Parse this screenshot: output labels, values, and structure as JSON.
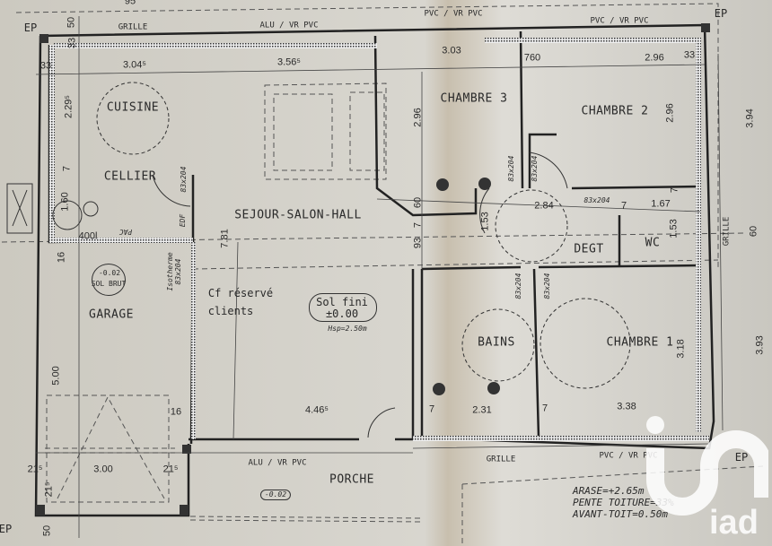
{
  "rooms": {
    "cuisine": "CUISINE",
    "cellier": "CELLIER",
    "sejour": "SEJOUR-SALON-HALL",
    "chambre3": "CHAMBRE 3",
    "chambre2": "CHAMBRE 2",
    "degt": "DEGT",
    "wc": "WC",
    "garage": "GARAGE",
    "bains": "BAINS",
    "chambre1": "CHAMBRE 1",
    "porche": "PORCHE"
  },
  "openings": {
    "grille_top": "GRILLE",
    "alu_top": "ALU / VR PVC",
    "pvc_top1": "PVC / VR PVC",
    "pvc_top2": "PVC / VR PVC",
    "grille_right": "GRILLE",
    "alu_bottom": "ALU / VR PVC",
    "grille_bottom": "GRILLE",
    "pvc_bottom": "PVC / VR PVC"
  },
  "dimensions": {
    "d95": "95",
    "d3045": "3.04⁵",
    "d3565": "3.56⁵",
    "d303": "3.03",
    "d760": "760",
    "d296a": "2.96",
    "d33a": "33",
    "d33b": "33",
    "d33c": "33",
    "d50a": "50",
    "d2295": "2.29⁵",
    "d7a": "7",
    "d160": "1.60",
    "d400l": "400l",
    "d16a": "16",
    "d781": "7.81",
    "d296b": "2.96",
    "d60a": "60",
    "d7b": "7",
    "d93": "93",
    "d153a": "1.53",
    "d284": "2.84",
    "d7c": "7",
    "d167": "1.67",
    "d7d": "7",
    "d153b": "1.53",
    "d296c": "2.96",
    "d394": "3.94",
    "d60b": "60",
    "d393": "3.93",
    "d318": "3.18",
    "d338": "3.38",
    "d231": "2.31",
    "d7e": "7",
    "d7f": "7",
    "d4465": "4.46⁵",
    "d16b": "16",
    "d500": "5.00",
    "d300": "3.00",
    "d215a": "21⁵",
    "d215b": "21⁵",
    "d215c": "21⁵",
    "d50b": "50"
  },
  "markers": [
    "EP",
    "EP",
    "EP",
    "EP"
  ],
  "doors": [
    "83x204",
    "83x204",
    "83x204",
    "83x204",
    "83x204",
    "83x204",
    "83x204"
  ],
  "labels": {
    "isotherme": "Isotherme",
    "edf": "EDF",
    "pac": "PAC",
    "sol_brut_level": "-0.02",
    "sol_brut": "SOL BRUT",
    "cf_reserve": "Cf réservé",
    "clients": "clients",
    "sol_fini": "Sol fini",
    "sol_fini_level": "±0.00",
    "hsp": "Hsp=2.50m",
    "porche_level": "-0.02"
  },
  "notes": {
    "arase": "ARASE=+2.65m",
    "pente": "PENTE TOITURE=33%",
    "avant_toit": "AVANT-TOIT=0.50m"
  },
  "watermark": "iad",
  "colors": {
    "paper": "#d9d8d2",
    "ink": "#2a2a2a",
    "wall_fill": "#3a3a3a"
  }
}
